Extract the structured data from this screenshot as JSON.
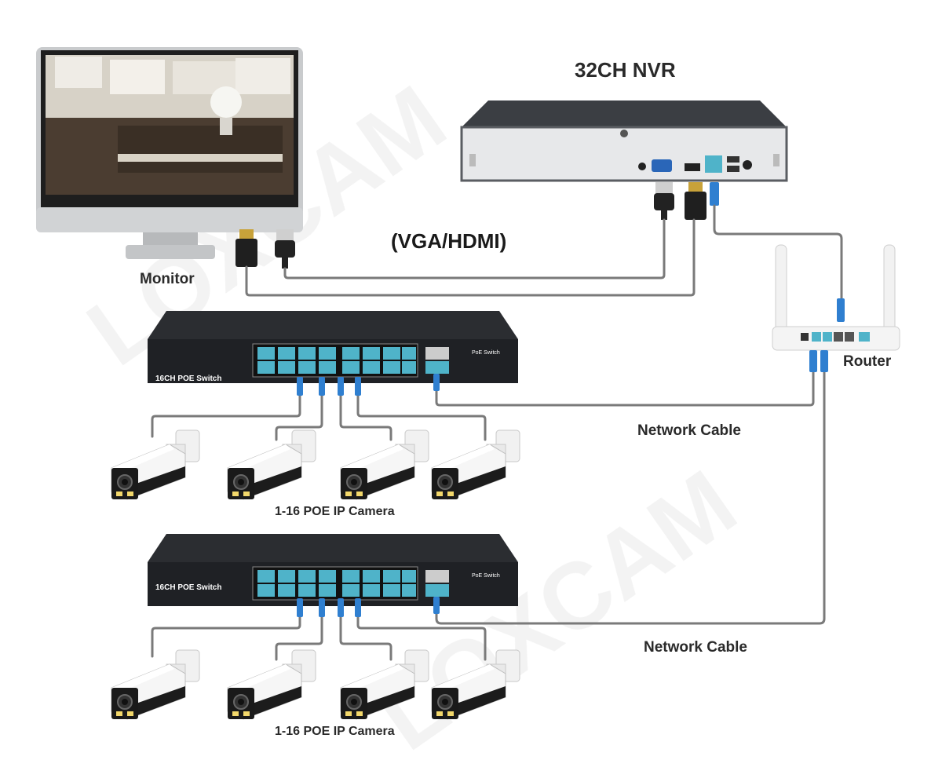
{
  "labels": {
    "nvr": "32CH NVR",
    "video": "(VGA/HDMI)",
    "monitor": "Monitor",
    "router": "Router",
    "network_cable_1": "Network Cable",
    "network_cable_2": "Network Cable",
    "camera_group_1": "1-16 POE IP Camera",
    "camera_group_2": "1-16 POE IP Camera"
  },
  "switches": [
    {
      "name": "16CH POE Switch",
      "brand": "PoE Switch"
    },
    {
      "name": "16CH POE Switch",
      "brand": "PoE Switch"
    }
  ],
  "watermark": "LOXCAM",
  "colors": {
    "device_dark": "#2b2d31",
    "port_blue": "#4fb3c9",
    "cable_grey": "#7a7a7a",
    "connector_blue": "#2f7fd0",
    "router_white": "#f4f4f4"
  }
}
